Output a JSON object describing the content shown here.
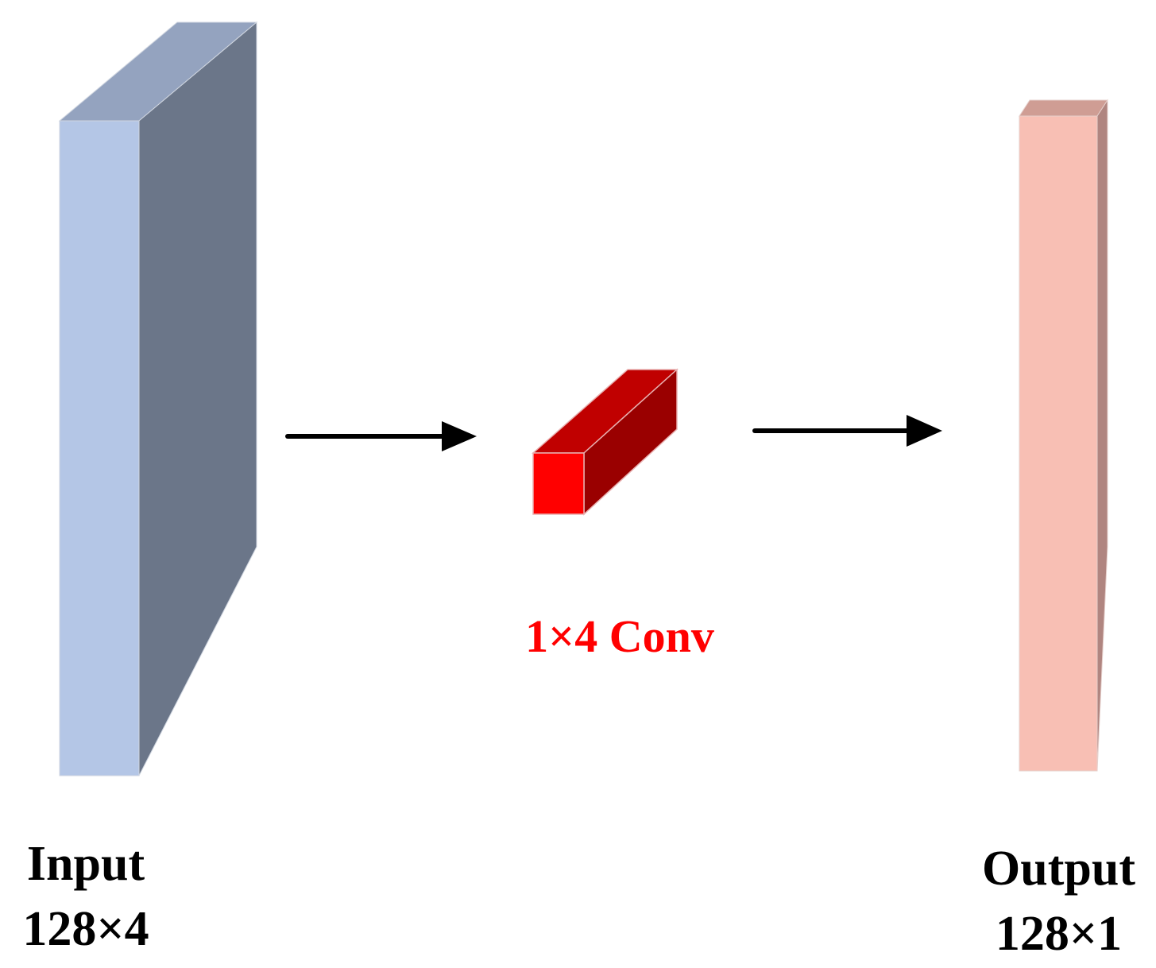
{
  "input": {
    "name": "Input",
    "shape": "128×4"
  },
  "conv": {
    "label": "1×4 Conv"
  },
  "output": {
    "name": "Output",
    "shape": "128×1"
  },
  "colors": {
    "input_front": "#b4c6e6",
    "input_top": "#94a3bf",
    "input_side": "#6b7689",
    "conv_front": "#ff0000",
    "conv_top": "#c00000",
    "conv_side": "#9a0000",
    "output_front": "#f8bfb4",
    "output_top": "#cf9d94",
    "output_side": "#b08580",
    "arrow": "#000000",
    "conv_text": "#ff0000"
  }
}
